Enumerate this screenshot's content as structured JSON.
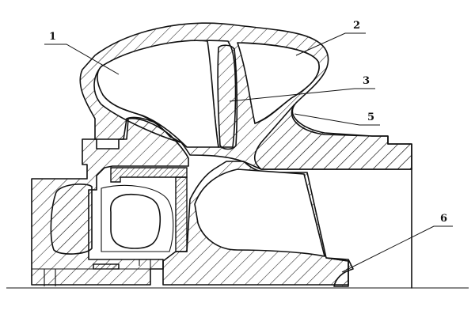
{
  "callouts": [
    {
      "label": "1"
    },
    {
      "label": "2"
    },
    {
      "label": "3"
    },
    {
      "label": "5"
    },
    {
      "label": "6"
    }
  ]
}
